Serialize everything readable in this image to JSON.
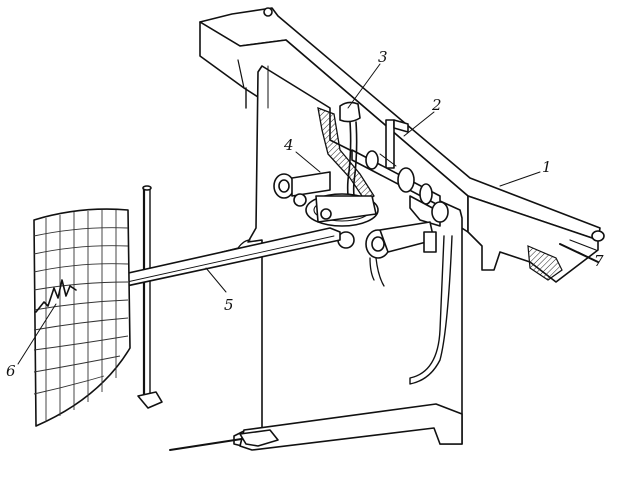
{
  "figure": {
    "labels": [
      {
        "id": "1",
        "text": "1"
      },
      {
        "id": "2",
        "text": "2"
      },
      {
        "id": "3",
        "text": "3"
      },
      {
        "id": "4",
        "text": "4"
      },
      {
        "id": "5",
        "text": "5"
      },
      {
        "id": "6",
        "text": "6"
      },
      {
        "id": "7",
        "text": "7"
      }
    ]
  },
  "colors": {
    "ink": "#111111",
    "paper": "#ffffff"
  }
}
